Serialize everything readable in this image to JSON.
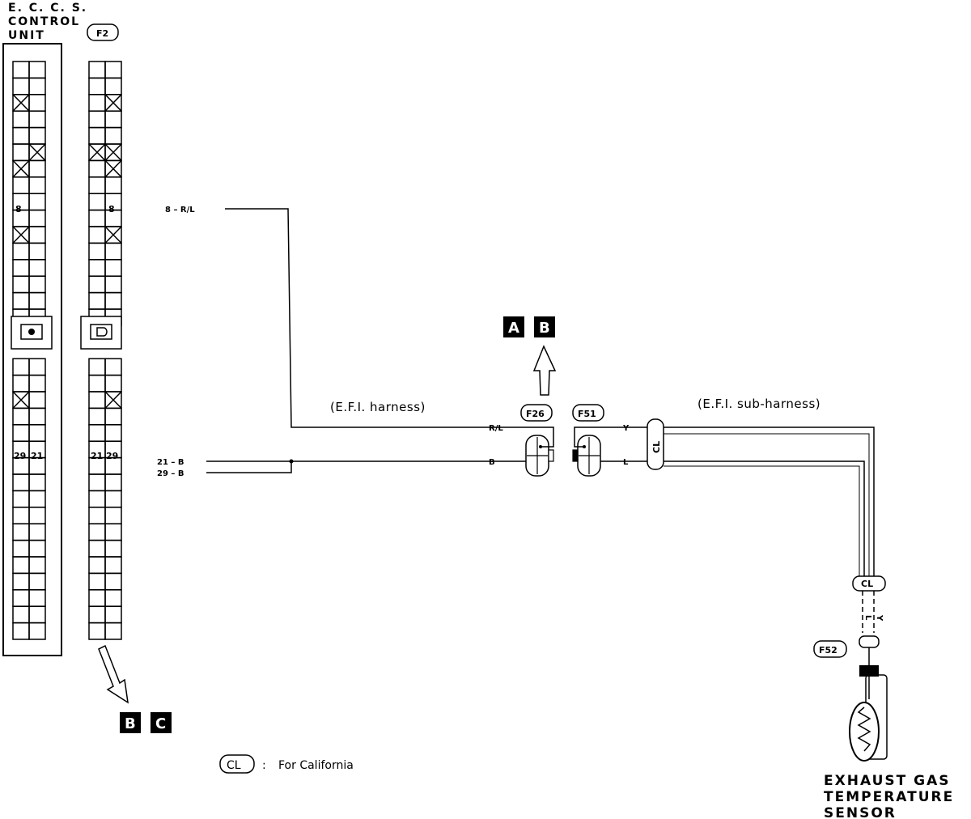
{
  "ecu": {
    "title_line1": "E. C. C. S.",
    "title_line2": "CONTROL",
    "title_line3": "UNIT",
    "pin_8": "8",
    "pin_29": "29",
    "pin_21": "21"
  },
  "connectors": {
    "f2": "F2",
    "f26": "F26",
    "f51": "F51",
    "f52": "F52",
    "f2_pin_8": "8",
    "f2_pin_21": "21",
    "f2_pin_29": "29"
  },
  "wires": {
    "rl_ecu": "8 – R/L",
    "b21": "21 – B",
    "b29": "29 – B",
    "rl_f26": "R/L",
    "b_f26": "B",
    "y_f51": "Y",
    "l_f51": "L",
    "l_sensor": "L",
    "y_sensor": "Y"
  },
  "harness": {
    "efi": "(E.F.I. harness)",
    "efi_sub": "(E.F.I. sub-harness)"
  },
  "badges": {
    "top_a": "A",
    "top_b": "B",
    "bottom_b": "B",
    "bottom_c": "C"
  },
  "legend": {
    "symbol": "CL",
    "sep": ":",
    "text": "For California"
  },
  "cl_marks": {
    "mid": "CL",
    "sensor": "CL"
  },
  "sensor": {
    "line1": "EXHAUST GAS",
    "line2": "TEMPERATURE",
    "line3": "SENSOR"
  }
}
